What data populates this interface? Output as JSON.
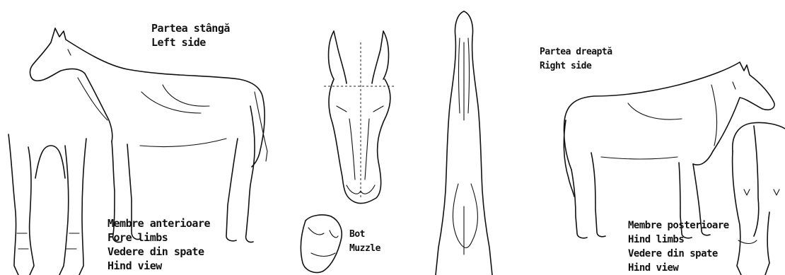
{
  "labels": {
    "left_side_ro": "Partea stângă",
    "left_side_en": "Left side",
    "right_side_ro": "Partea dreaptă",
    "right_side_en": "Right side",
    "fore_limbs_ro": "Membre anterioare",
    "fore_limbs_en": "Fore limbs",
    "fore_view_ro": "Vedere din spate",
    "fore_view_en": "Hind view",
    "muzzle_ro": "Bot",
    "muzzle_en": "Muzzle",
    "hind_limbs_ro": "Membre posterioare",
    "hind_limbs_en": "Hind limbs",
    "hind_view_ro": "Vedere din spate",
    "hind_view_en": "Hind view"
  },
  "figures": [
    "left-side-horse",
    "fore-limbs-view",
    "head-front-view",
    "muzzle-view",
    "neck-top-view",
    "right-side-horse",
    "hind-limbs-view"
  ]
}
